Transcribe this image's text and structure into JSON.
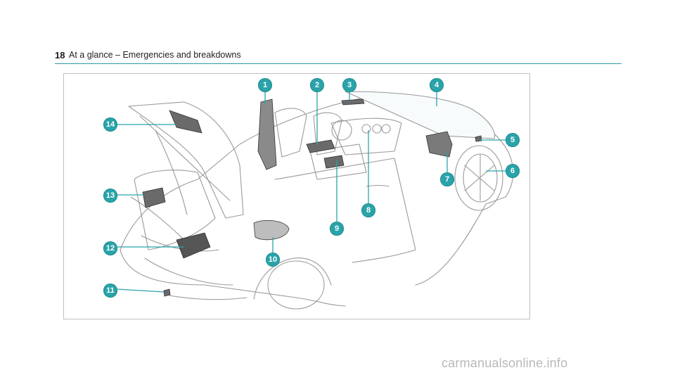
{
  "header": {
    "page_number": "18",
    "title": "At a glance – Emergencies and breakdowns"
  },
  "figure": {
    "callouts": [
      "1",
      "2",
      "3",
      "4",
      "5",
      "6",
      "7",
      "8",
      "9",
      "10",
      "11",
      "12",
      "13",
      "14"
    ],
    "accent_color": "#2aa3aa"
  },
  "footer": {
    "watermark": "carmanualsonline.info"
  }
}
